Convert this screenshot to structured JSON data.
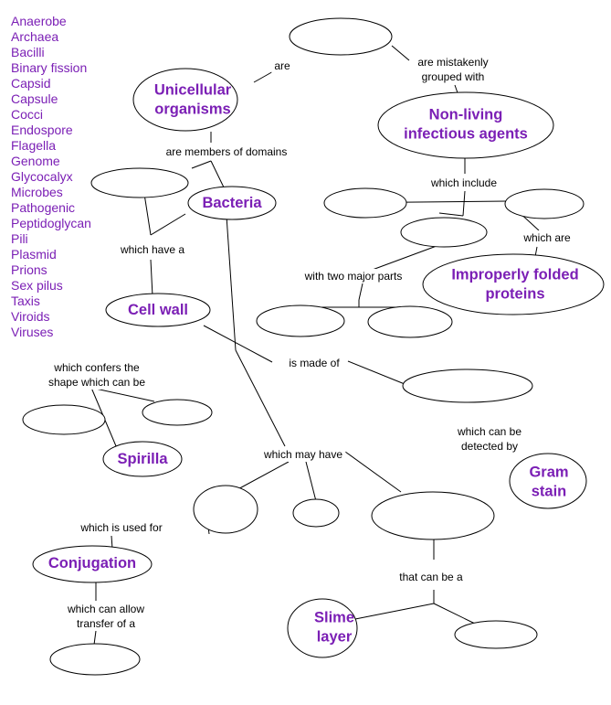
{
  "colors": {
    "accent": "#7b1fb5",
    "line": "#000000",
    "background": "#ffffff"
  },
  "word_bank": [
    "Anaerobe",
    "Archaea",
    "Bacilli",
    "Binary fission",
    "Capsid",
    "Capsule",
    "Cocci",
    "Endospore",
    "Flagella",
    "Genome",
    "Glycocalyx",
    "Microbes",
    "Pathogenic",
    "Peptidoglycan",
    "Pili",
    "Plasmid",
    "Prions",
    "Sex pilus",
    "Taxis",
    "Viroids",
    "Viruses"
  ],
  "concepts": {
    "unicellular": [
      "Unicellular",
      "organisms"
    ],
    "non_living": [
      "Non-living",
      "infectious agents"
    ],
    "bacteria": [
      "Bacteria"
    ],
    "improperly_folded": [
      "Improperly folded",
      "proteins"
    ],
    "cell_wall": [
      "Cell wall"
    ],
    "spirilla": [
      "Spirilla"
    ],
    "gram_stain": [
      "Gram",
      "stain"
    ],
    "conjugation": [
      "Conjugation"
    ],
    "slime_layer": [
      "Slime",
      "layer"
    ]
  },
  "links": {
    "are": [
      "are"
    ],
    "mistakenly_grouped": [
      "are mistakenly",
      "grouped with"
    ],
    "members_domains": [
      "are members of domains"
    ],
    "which_include": [
      "which include"
    ],
    "which_have_a": [
      "which have a"
    ],
    "which_are": [
      "which are"
    ],
    "two_major_parts": [
      "with two major parts"
    ],
    "confers_shape": [
      "which confers the",
      "shape which can be"
    ],
    "is_made_of": [
      "is made of"
    ],
    "detected_by": [
      "which can be",
      "detected by"
    ],
    "may_have": [
      "which may have"
    ],
    "used_for": [
      "which is used for"
    ],
    "can_be_a": [
      "that can be a"
    ],
    "allow_transfer": [
      "which can allow",
      "transfer of a"
    ]
  }
}
